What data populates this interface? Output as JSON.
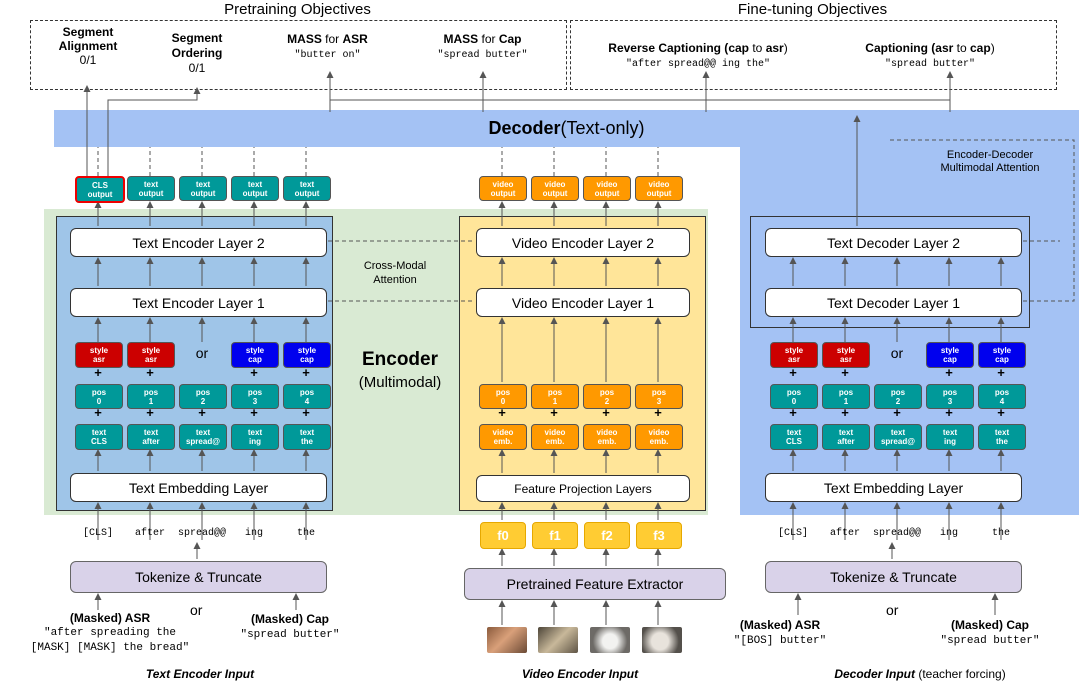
{
  "top": {
    "pretraining_title": "Pretraining Objectives",
    "finetuning_title": "Fine-tuning Objectives",
    "seg_align_l1": "Segment",
    "seg_align_l2": "Alignment",
    "seg_align_val": "0/1",
    "seg_order_l1": "Segment",
    "seg_order_l2": "Ordering",
    "seg_order_val": "0/1",
    "mass_asr_a": "MASS",
    "mass_asr_b": " for ",
    "mass_asr_c": "ASR",
    "mass_asr_val": "\"butter on\"",
    "mass_cap_a": "MASS",
    "mass_cap_b": " for ",
    "mass_cap_c": "Cap",
    "mass_cap_val": "\"spread butter\"",
    "rev_cap_a": "Reverse Captioning (",
    "rev_cap_b": "cap",
    "rev_cap_c": " to ",
    "rev_cap_d": "asr",
    "rev_cap_e": ")",
    "rev_cap_val": "\"after spread@@ ing the\"",
    "cap_a": "Captioning (",
    "cap_b": "asr",
    "cap_c": " to ",
    "cap_d": "cap",
    "cap_e": ")",
    "cap_val": "\"spread butter\""
  },
  "decoder_bar": {
    "title": "Decoder",
    "subtitle": " (Text-only)"
  },
  "enc_dec_attn": {
    "l1": "Encoder-Decoder",
    "l2": "Multimodal Attention"
  },
  "text_outputs": [
    "CLS\noutput",
    "text\noutput",
    "text\noutput",
    "text\noutput",
    "text\noutput"
  ],
  "video_outputs": [
    "video\noutput",
    "video\noutput",
    "video\noutput",
    "video\noutput"
  ],
  "text_encoder": {
    "layer2": "Text Encoder Layer 2",
    "layer1": "Text Encoder Layer 1",
    "embedding": "Text Embedding Layer",
    "tokenize": "Tokenize & Truncate"
  },
  "video_encoder": {
    "layer2": "Video Encoder Layer 2",
    "layer1": "Video Encoder Layer 1",
    "projection": "Feature Projection Layers",
    "extractor": "Pretrained Feature Extractor"
  },
  "text_decoder": {
    "layer2": "Text Decoder Layer 2",
    "layer1": "Text Decoder Layer 1",
    "embedding": "Text Embedding Layer",
    "tokenize": "Tokenize & Truncate"
  },
  "cross_modal": {
    "l1": "Cross-Modal",
    "l2": "Attention"
  },
  "encoder_label": {
    "title": "Encoder",
    "subtitle": "(Multimodal)"
  },
  "styles": [
    "style\nasr",
    "style\nasr",
    "style\ncap",
    "style\ncap"
  ],
  "or": "or",
  "plus": "+",
  "text_pos": [
    "pos\n0",
    "pos\n1",
    "pos\n2",
    "pos\n3",
    "pos\n4"
  ],
  "video_pos": [
    "pos\n0",
    "pos\n1",
    "pos\n2",
    "pos\n3"
  ],
  "text_tokens": [
    "text\nCLS",
    "text\nafter",
    "text\nspread@",
    "text\ning",
    "text\nthe"
  ],
  "video_emb": [
    "video\nemb.",
    "video\nemb.",
    "video\nemb.",
    "video\nemb."
  ],
  "enc_raw_tokens": [
    "[CLS]",
    "after",
    "spread@@",
    "ing",
    "the"
  ],
  "dec_raw_tokens": [
    "[CLS]",
    "after",
    "spread@@",
    "ing",
    "the"
  ],
  "features": [
    "f0",
    "f1",
    "f2",
    "f3"
  ],
  "enc_input": {
    "asr_a": "(Masked) ",
    "asr_b": "ASR",
    "asr_text_1": "\"after spreading the",
    "asr_text_2": "[MASK] [MASK] the bread\"",
    "cap_a": "(Masked) ",
    "cap_b": "Cap",
    "cap_text": "\"spread butter\""
  },
  "dec_input": {
    "asr_a": "(Masked) ",
    "asr_b": "ASR",
    "asr_text": "\"[BOS] butter\"",
    "cap_a": "(Masked) ",
    "cap_b": "Cap",
    "cap_text": "\"spread butter\""
  },
  "captions": {
    "text_enc": "Text Encoder Input",
    "video_enc": "Video Encoder Input",
    "dec": "Decoder Input",
    "dec_sub": " (teacher forcing)"
  }
}
